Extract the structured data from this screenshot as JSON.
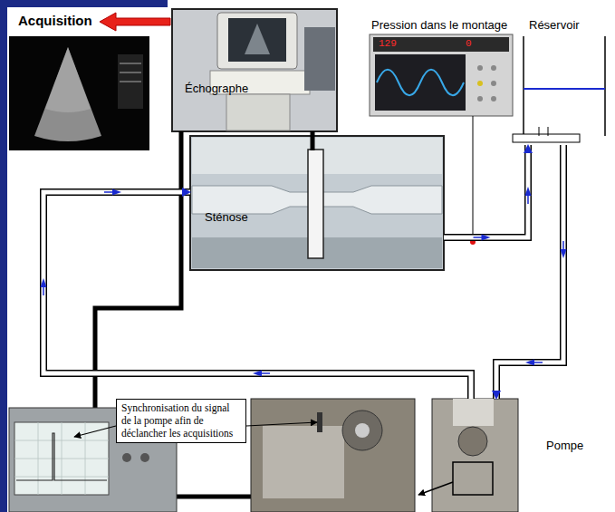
{
  "diagram": {
    "nodes": [
      {
        "text": [
          "Échographe"
        ]
      },
      {
        "text": [
          "Pression dans le montage"
        ]
      },
      {
        "text": [
          "Réservoir"
        ]
      },
      {
        "text": [
          "Sténose"
        ]
      },
      {
        "text": [
          "Synchronisation du signal de la pompe afin de déclancher les acquisitions"
        ]
      },
      {
        "text": [
          "Pompe"
        ]
      }
    ],
    "edges": [
      {
        "from": 3,
        "to": 2,
        "arrow": "to"
      },
      {
        "from": 2,
        "to": 5,
        "arrow": "to"
      },
      {
        "from": 5,
        "to": 3,
        "arrow": "to"
      }
    ],
    "labels": [
      "Acquisition",
      "129",
      "0"
    ]
  }
}
